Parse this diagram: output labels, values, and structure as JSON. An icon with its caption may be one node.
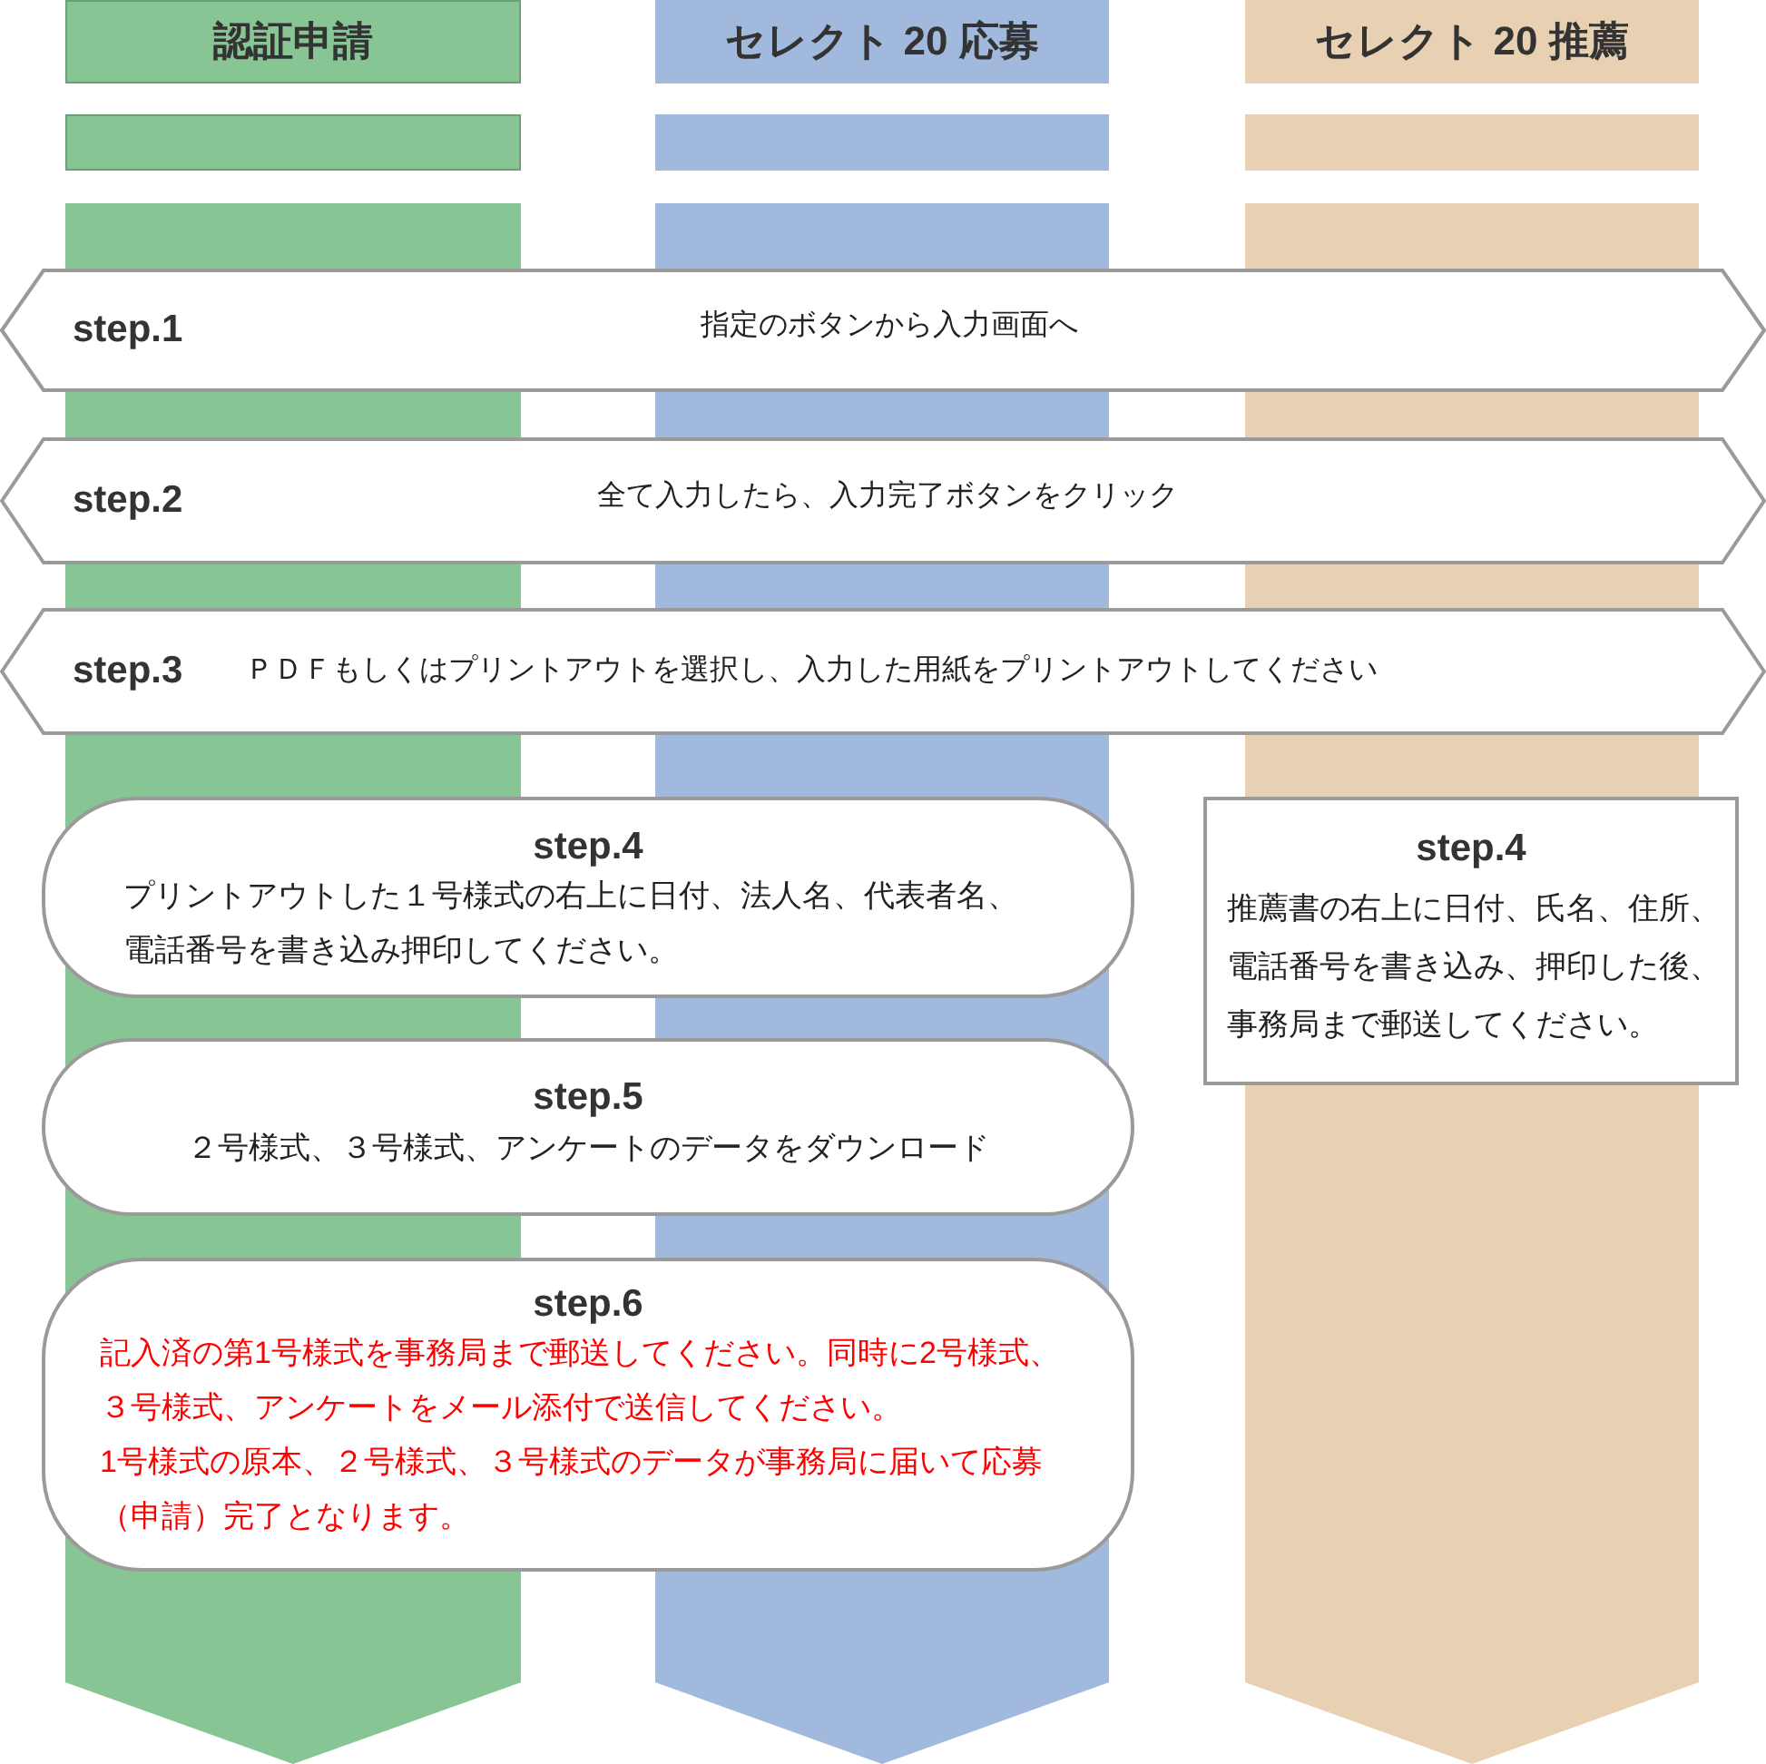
{
  "diagram": {
    "nodes": [
      {
        "text": [
          "認証申請"
        ]
      },
      {
        "text": [
          "セレクト 20 応募"
        ]
      },
      {
        "text": [
          "セレクト 20 推薦"
        ]
      },
      {
        "text": [],
        "shape": "bar"
      },
      {
        "text": [],
        "shape": "bar"
      },
      {
        "text": [],
        "shape": "bar"
      },
      {
        "text": [],
        "shape": "arrow"
      },
      {
        "text": [],
        "shape": "arrow"
      },
      {
        "text": [],
        "shape": "arrow"
      },
      {
        "text": [
          "step.1",
          "指定のボタンから入力画面へ"
        ]
      },
      {
        "text": [
          "step.2",
          "全て入力したら、入力完了ボタンをクリック"
        ]
      },
      {
        "text": [
          "step.3",
          "ＰＤＦもしくはプリントアウトを選択し、入力した用紙をプリントアウトしてください"
        ]
      },
      {
        "text": [
          "step.4",
          "プリントアウトした１号様式の右上に日付、法人名、代表者名、電話番号を書き込み押印してください。"
        ]
      },
      {
        "text": [
          "step.4",
          "推薦書の右上に日付、氏名、住所、電話番号を書き込み、押印した後、事務局まで郵送してください。"
        ]
      },
      {
        "text": [
          "step.5",
          "２号様式、３号様式、アンケートのデータをダウンロード"
        ]
      },
      {
        "text": [
          "step.6",
          "記入済の第1号様式を事務局まで郵送してください。同時に2号様式、３号様式、アンケートをメール添付で送信してください。",
          "1号様式の原本、２号様式、３号様式のデータが事務局に届いて応募（申請）完了となります。"
        ]
      }
    ]
  }
}
